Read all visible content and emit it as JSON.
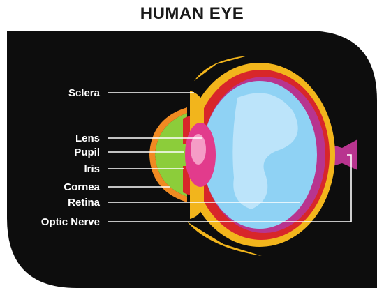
{
  "title": "HUMAN EYE",
  "labels": {
    "sclera": "Sclera",
    "lens": "Lens",
    "pupil": "Pupil",
    "iris": "Iris",
    "cornea": "Cornea",
    "retina": "Retina",
    "optic_nerve": "Optic Nerve"
  },
  "colors": {
    "panel": "#0d0d0d",
    "sclera_outer": "#f2b51c",
    "choroid": "#d8262a",
    "retina_band": "#b8348f",
    "vitreous": "#8fd2f4",
    "vitreous_highlight": "#c4e8fa",
    "lens": "#e23b8c",
    "lens_highlight": "#f59cc6",
    "aqueous": "#8ccd3a",
    "cornea": "#f08a22",
    "optic_nerve": "#b8348f",
    "leader_lines": "#ffffff"
  }
}
